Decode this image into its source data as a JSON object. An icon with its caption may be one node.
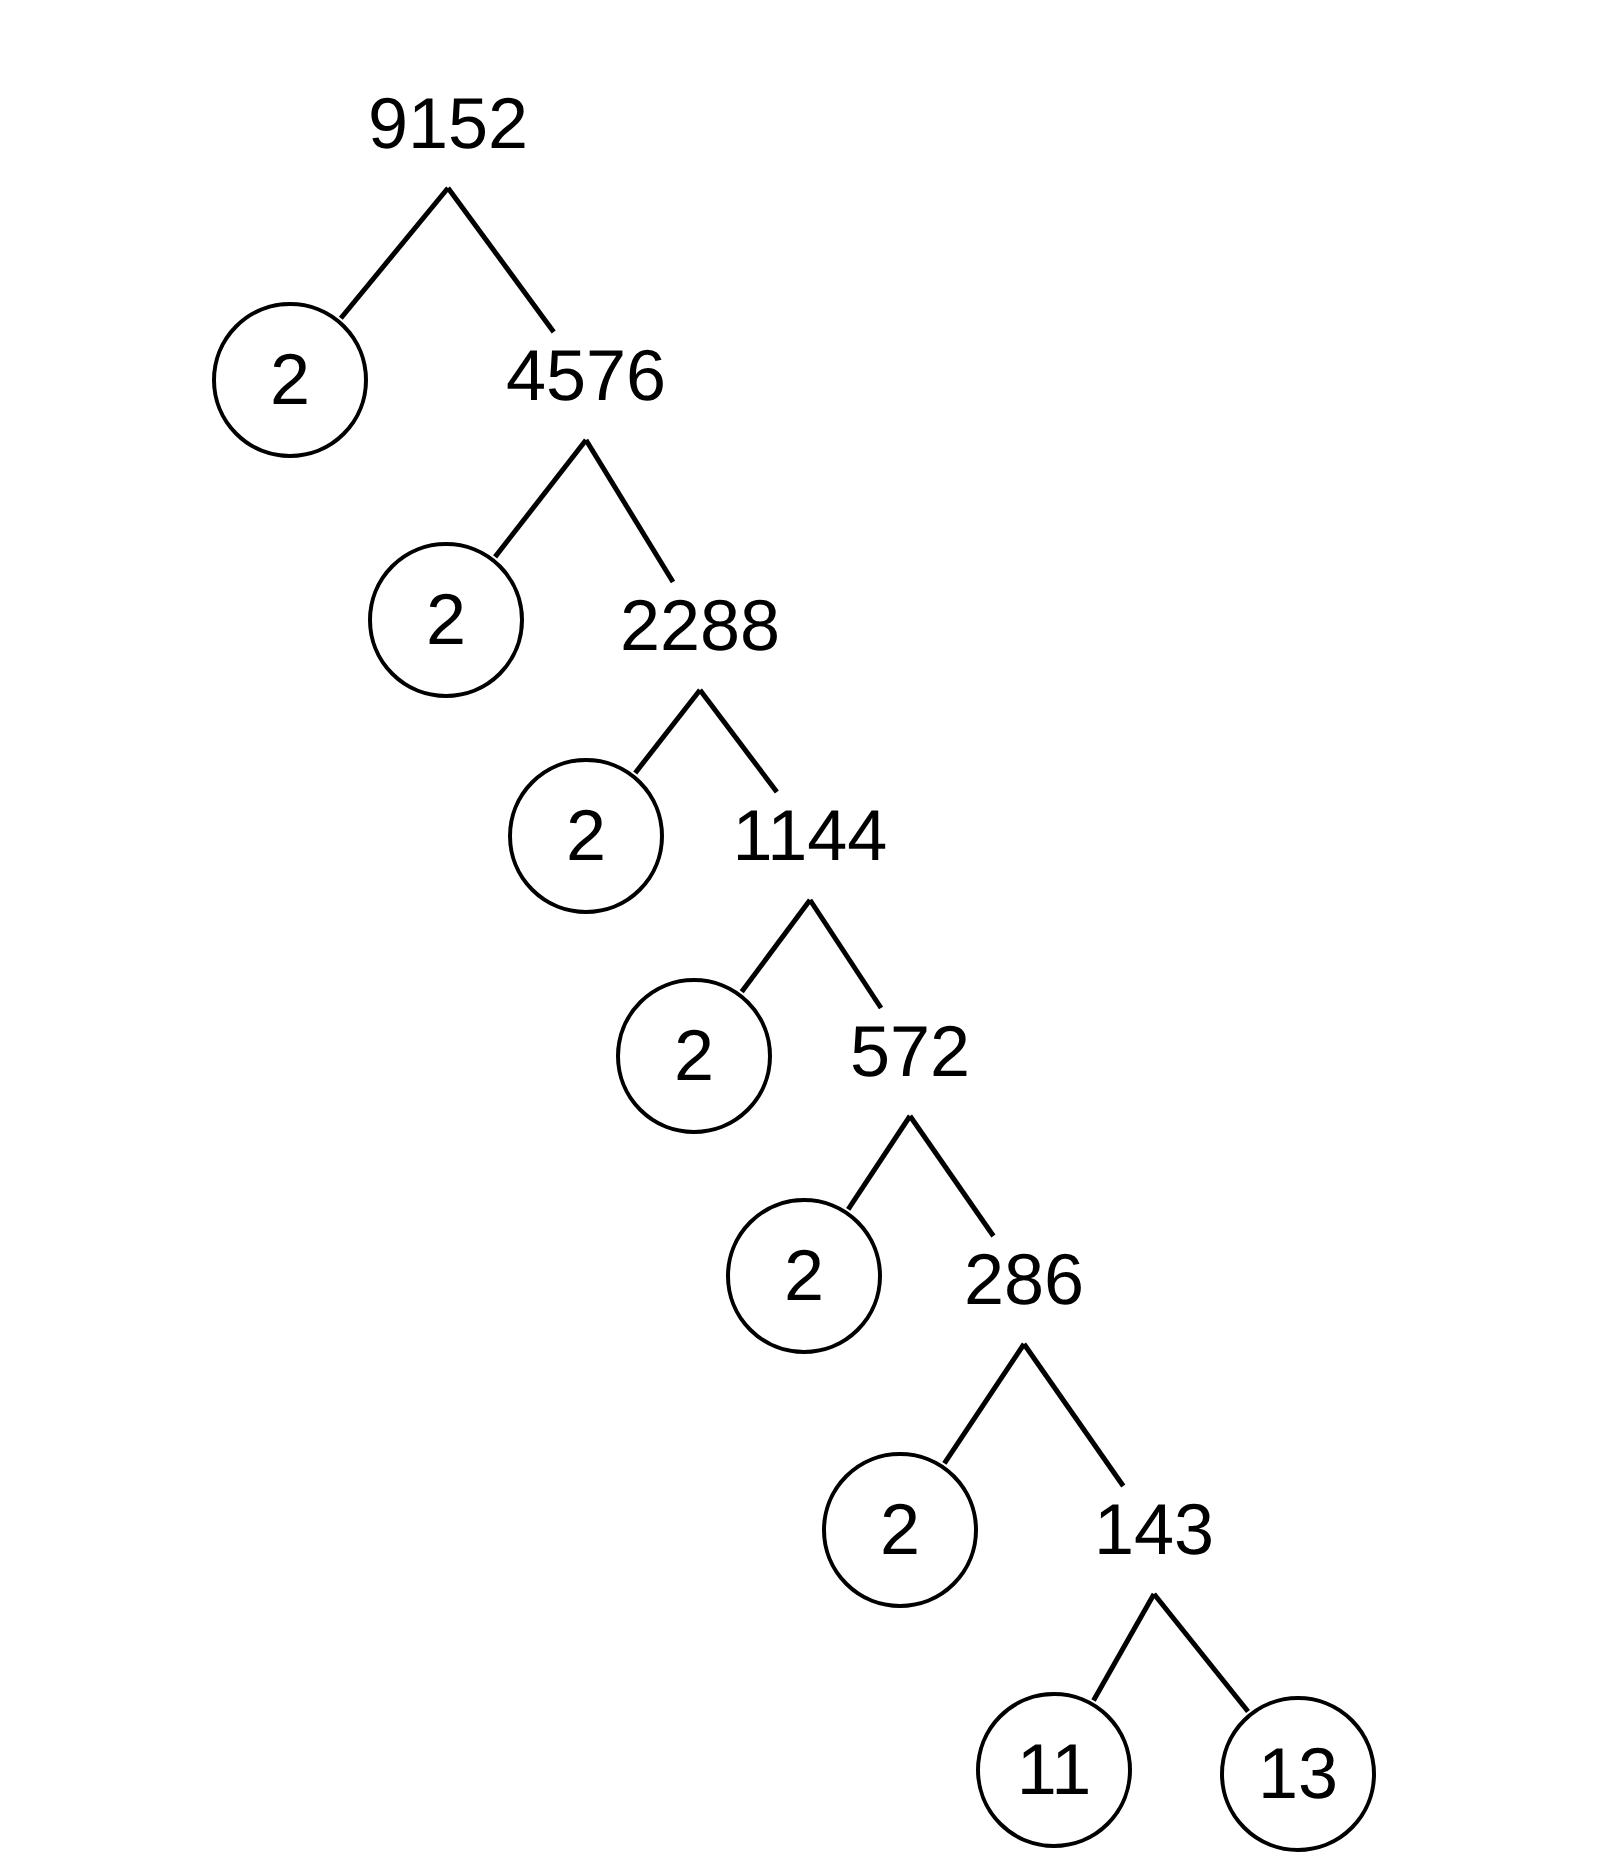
{
  "diagram": {
    "nodes": [
      {
        "text": [
          "9152"
        ]
      },
      {
        "text": [
          "2"
        ]
      },
      {
        "text": [
          "4576"
        ]
      },
      {
        "text": [
          "2"
        ]
      },
      {
        "text": [
          "2288"
        ]
      },
      {
        "text": [
          "2"
        ]
      },
      {
        "text": [
          "1144"
        ]
      },
      {
        "text": [
          "2"
        ]
      },
      {
        "text": [
          "572"
        ]
      },
      {
        "text": [
          "2"
        ]
      },
      {
        "text": [
          "286"
        ]
      },
      {
        "text": [
          "2"
        ]
      },
      {
        "text": [
          "143"
        ]
      },
      {
        "text": [
          "11"
        ]
      },
      {
        "text": [
          "13"
        ]
      }
    ],
    "edges": [
      {
        "from": 0,
        "to": 1,
        "arrow": "none"
      },
      {
        "from": 0,
        "to": 2,
        "arrow": "none"
      },
      {
        "from": 2,
        "to": 3,
        "arrow": "none"
      },
      {
        "from": 2,
        "to": 4,
        "arrow": "none"
      },
      {
        "from": 4,
        "to": 5,
        "arrow": "none"
      },
      {
        "from": 4,
        "to": 6,
        "arrow": "none"
      },
      {
        "from": 6,
        "to": 7,
        "arrow": "none"
      },
      {
        "from": 6,
        "to": 8,
        "arrow": "none"
      },
      {
        "from": 8,
        "to": 9,
        "arrow": "none"
      },
      {
        "from": 8,
        "to": 10,
        "arrow": "none"
      },
      {
        "from": 10,
        "to": 11,
        "arrow": "none"
      },
      {
        "from": 10,
        "to": 12,
        "arrow": "none"
      },
      {
        "from": 12,
        "to": 13,
        "arrow": "none"
      },
      {
        "from": 12,
        "to": 14,
        "arrow": "none"
      }
    ]
  }
}
